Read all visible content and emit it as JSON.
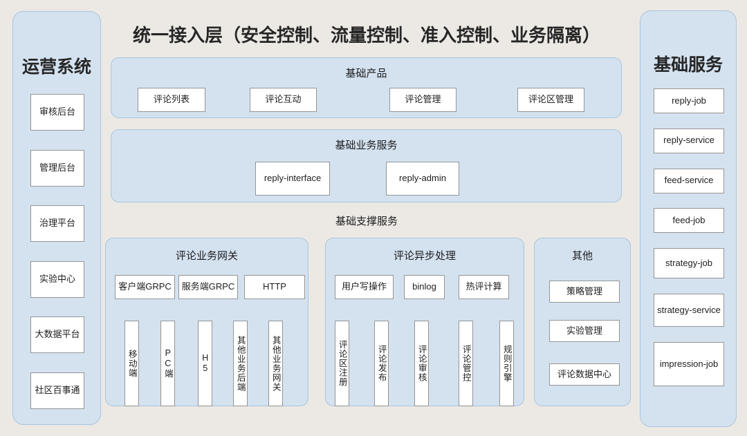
{
  "diagram": {
    "title": "统一接入层（安全控制、流量控制、准入控制、业务隔离）",
    "operations_panel": {
      "title": "运营系统",
      "items": [
        "审核后台",
        "管理后台",
        "治理平台",
        "实验中心",
        "大数据平台",
        "社区百事通"
      ]
    },
    "services_panel": {
      "title": "基础服务",
      "items": [
        "reply-job",
        "reply-service",
        "feed-service",
        "feed-job",
        "strategy-job",
        "strategy-service",
        "impression-job"
      ]
    },
    "products_section": {
      "title": "基础产品",
      "items": [
        "评论列表",
        "评论互动",
        "评论管理",
        "评论区管理"
      ]
    },
    "business_section": {
      "title": "基础业务服务",
      "items": [
        "reply-interface",
        "reply-admin"
      ]
    },
    "support_label": "基础支撑服务",
    "gateway_section": {
      "title": "评论业务网关",
      "protocols": [
        "客户端GRPC",
        "服务端GRPC",
        "HTTP"
      ],
      "clients": [
        "移动端",
        "PC端",
        "H5",
        "其他业务后端",
        "其他业务网关"
      ]
    },
    "async_section": {
      "title": "评论异步处理",
      "inputs": [
        "用户写操作",
        "binlog",
        "热评计算"
      ],
      "pipelines": [
        "评论区注册",
        "评论发布",
        "评论审核",
        "评论管控",
        "规则引擎"
      ]
    },
    "other_section": {
      "title": "其他",
      "items": [
        "策略管理",
        "实验管理",
        "评论数据中心"
      ]
    },
    "colors": {
      "background": "#ECE9E5",
      "panel_fill": "#D4E2F0",
      "panel_border": "#A9C4DB",
      "box_border": "#949494",
      "text": "#1D1D1F"
    }
  }
}
